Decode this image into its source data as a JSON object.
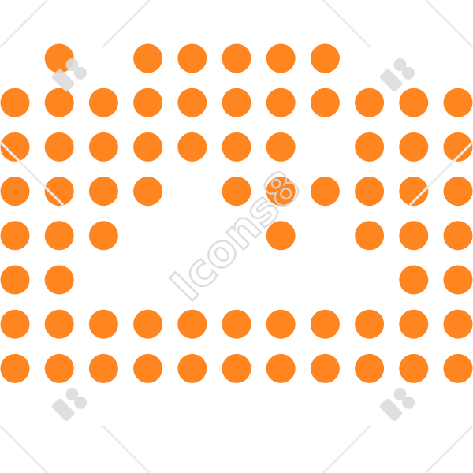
{
  "icon": {
    "name": "dotted-camera-icon",
    "dot_color": "#FF8521",
    "grid": {
      "rows": [
        [
          0,
          1,
          0,
          1,
          1,
          1,
          1,
          1,
          0,
          0,
          0
        ],
        [
          1,
          1,
          1,
          1,
          1,
          1,
          1,
          1,
          1,
          1,
          1
        ],
        [
          1,
          1,
          1,
          1,
          1,
          1,
          1,
          0,
          1,
          1,
          1
        ],
        [
          1,
          1,
          1,
          1,
          0,
          1,
          1,
          1,
          1,
          1,
          1
        ],
        [
          1,
          1,
          1,
          0,
          0,
          0,
          1,
          0,
          1,
          1,
          1
        ],
        [
          1,
          1,
          0,
          0,
          0,
          0,
          0,
          0,
          0,
          1,
          1
        ],
        [
          1,
          1,
          1,
          1,
          1,
          1,
          1,
          1,
          1,
          1,
          1
        ],
        [
          1,
          1,
          1,
          1,
          1,
          1,
          1,
          1,
          1,
          1,
          1
        ]
      ]
    }
  },
  "watermark": {
    "text": "Icons8",
    "color": "#d9d9d9",
    "logo_icon": "icons8-logo-icon"
  }
}
